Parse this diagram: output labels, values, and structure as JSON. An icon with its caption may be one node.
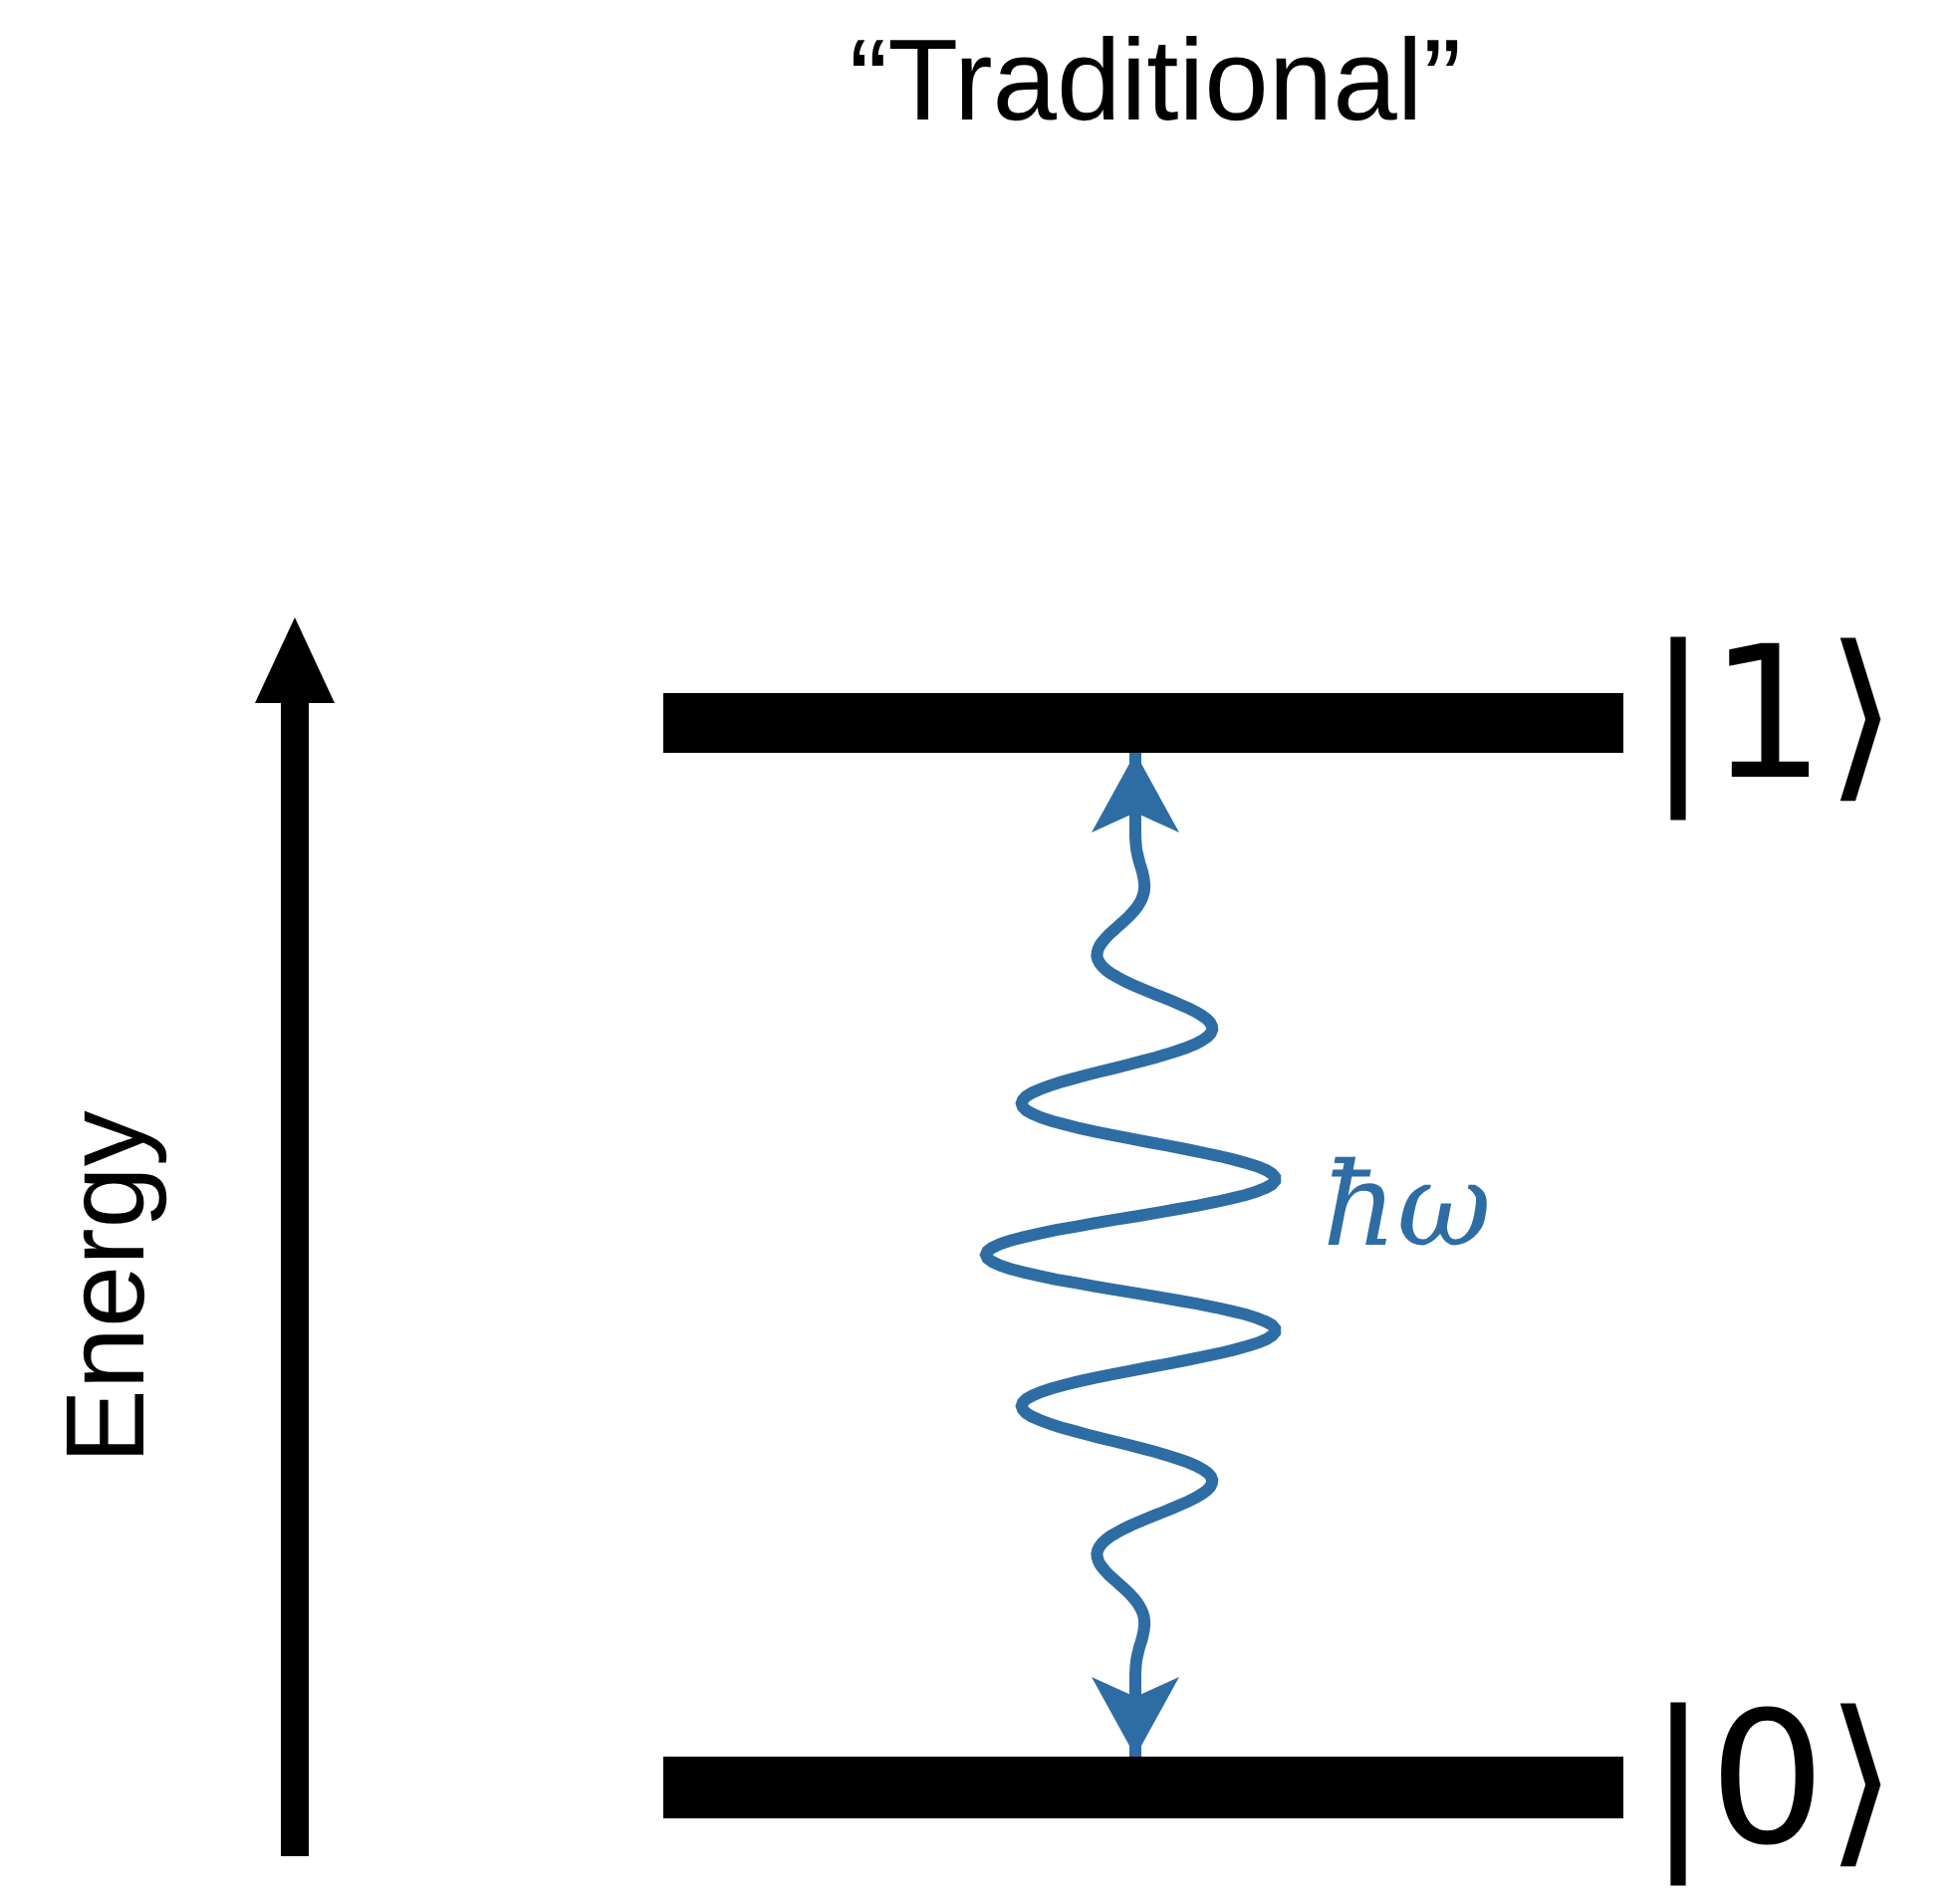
{
  "diagram": {
    "title": "“Traditional”",
    "nodes": [
      {
        "text": [],
        "shape": "bar",
        "beside": [
          "|1⟩"
        ]
      },
      {
        "text": [],
        "shape": "bar",
        "beside": [
          "|0⟩"
        ]
      }
    ],
    "edges": [
      {
        "from": 1,
        "to": 0,
        "arrow": "both",
        "label": "ħω",
        "color": "#2e6da4"
      }
    ],
    "labels": [
      "Energy"
    ]
  }
}
